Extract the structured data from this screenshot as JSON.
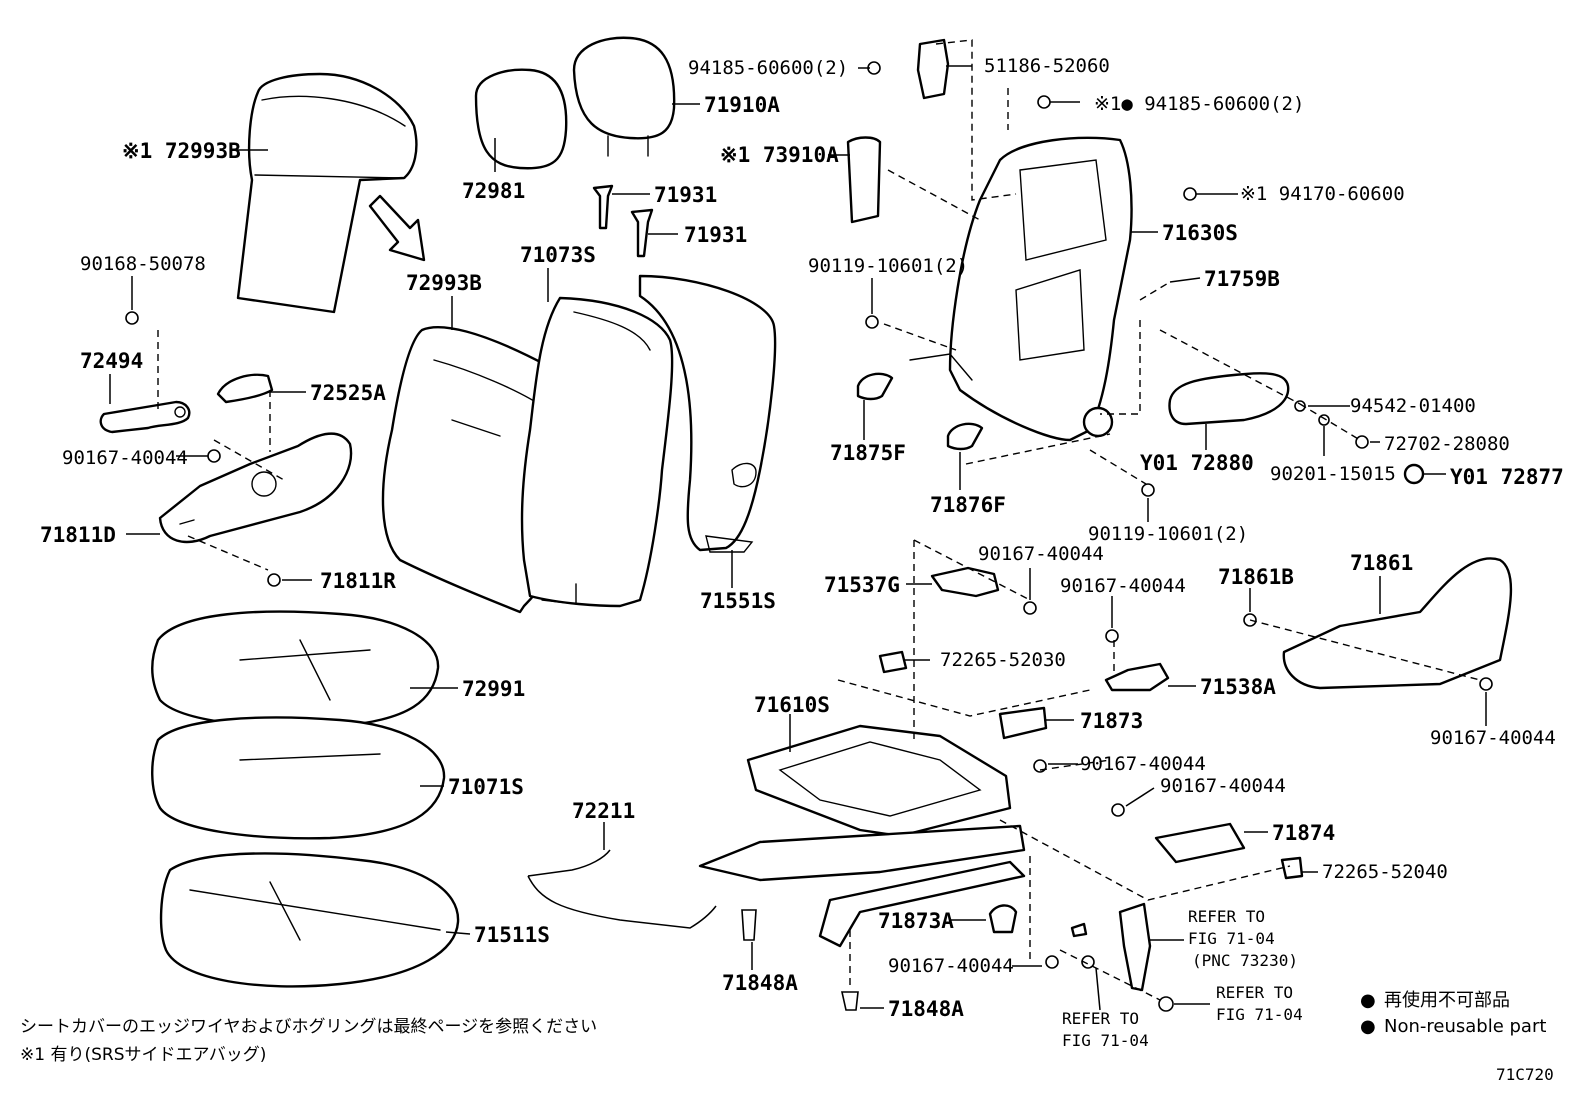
{
  "parts": {
    "p72993B_top": "※1 72993B",
    "p72981": "72981",
    "p71910A": "71910A",
    "p71931_a": "71931",
    "p71931_b": "71931",
    "p72993B": "72993B",
    "p71073S": "71073S",
    "p94185_a": "94185-60600(2)",
    "p51186": "51186-52060",
    "p94185_b": "※1● 94185-60600(2)",
    "p73910A": "※1 73910A",
    "p94170": "※1 94170-60600",
    "p71630S": "71630S",
    "p90168": "90168-50078",
    "p72494": "72494",
    "p72525A": "72525A",
    "p90167_a": "90167-40044",
    "p71811D": "71811D",
    "p71811R": "71811R",
    "p90119_a": "90119-10601(2)",
    "p71759B": "71759B",
    "p94542": "94542-01400",
    "p72702": "72702-28080",
    "p90201": "90201-15015",
    "pY01_880": "Y01 72880",
    "pY01_877": "Y01 72877",
    "p71875F": "71875F",
    "p71876F": "71876F",
    "p90119_b": "90119-10601(2)",
    "p71551S": "71551S",
    "p90167_b": "90167-40044",
    "p71537G": "71537G",
    "p90167_c": "90167-40044",
    "p71861B": "71861B",
    "p71861": "71861",
    "p72265_a": "72265-52030",
    "p71538A": "71538A",
    "p72991": "72991",
    "p71610S": "71610S",
    "p71873": "71873",
    "p90167_d": "90167-40044",
    "p90167_e": "90167-40044",
    "p90167_f": "90167-40044",
    "p71071S": "71071S",
    "p72211": "72211",
    "p71874": "71874",
    "p72265_b": "72265-52040",
    "p71873A": "71873A",
    "p90167_g": "90167-40044",
    "p71511S": "71511S",
    "p71848A_a": "71848A",
    "p71848A_b": "71848A"
  },
  "refers": {
    "r1_line1": "REFER TO",
    "r1_line2": "FIG 71-04",
    "r1_line3": "(PNC 73230)",
    "r2_line1": "REFER TO",
    "r2_line2": "FIG 71-04",
    "r3_line1": "REFER TO",
    "r3_line2": "FIG 71-04"
  },
  "notes": {
    "note1": "シートカバーのエッジワイヤおよびホグリングは最終ページを参照ください",
    "note2": "※1 有り(SRSサイドエアバッグ)"
  },
  "legend": {
    "jp": "再使用不可部品",
    "en": "Non-reusable part",
    "bullet": "●"
  },
  "figure_id": "71C720"
}
